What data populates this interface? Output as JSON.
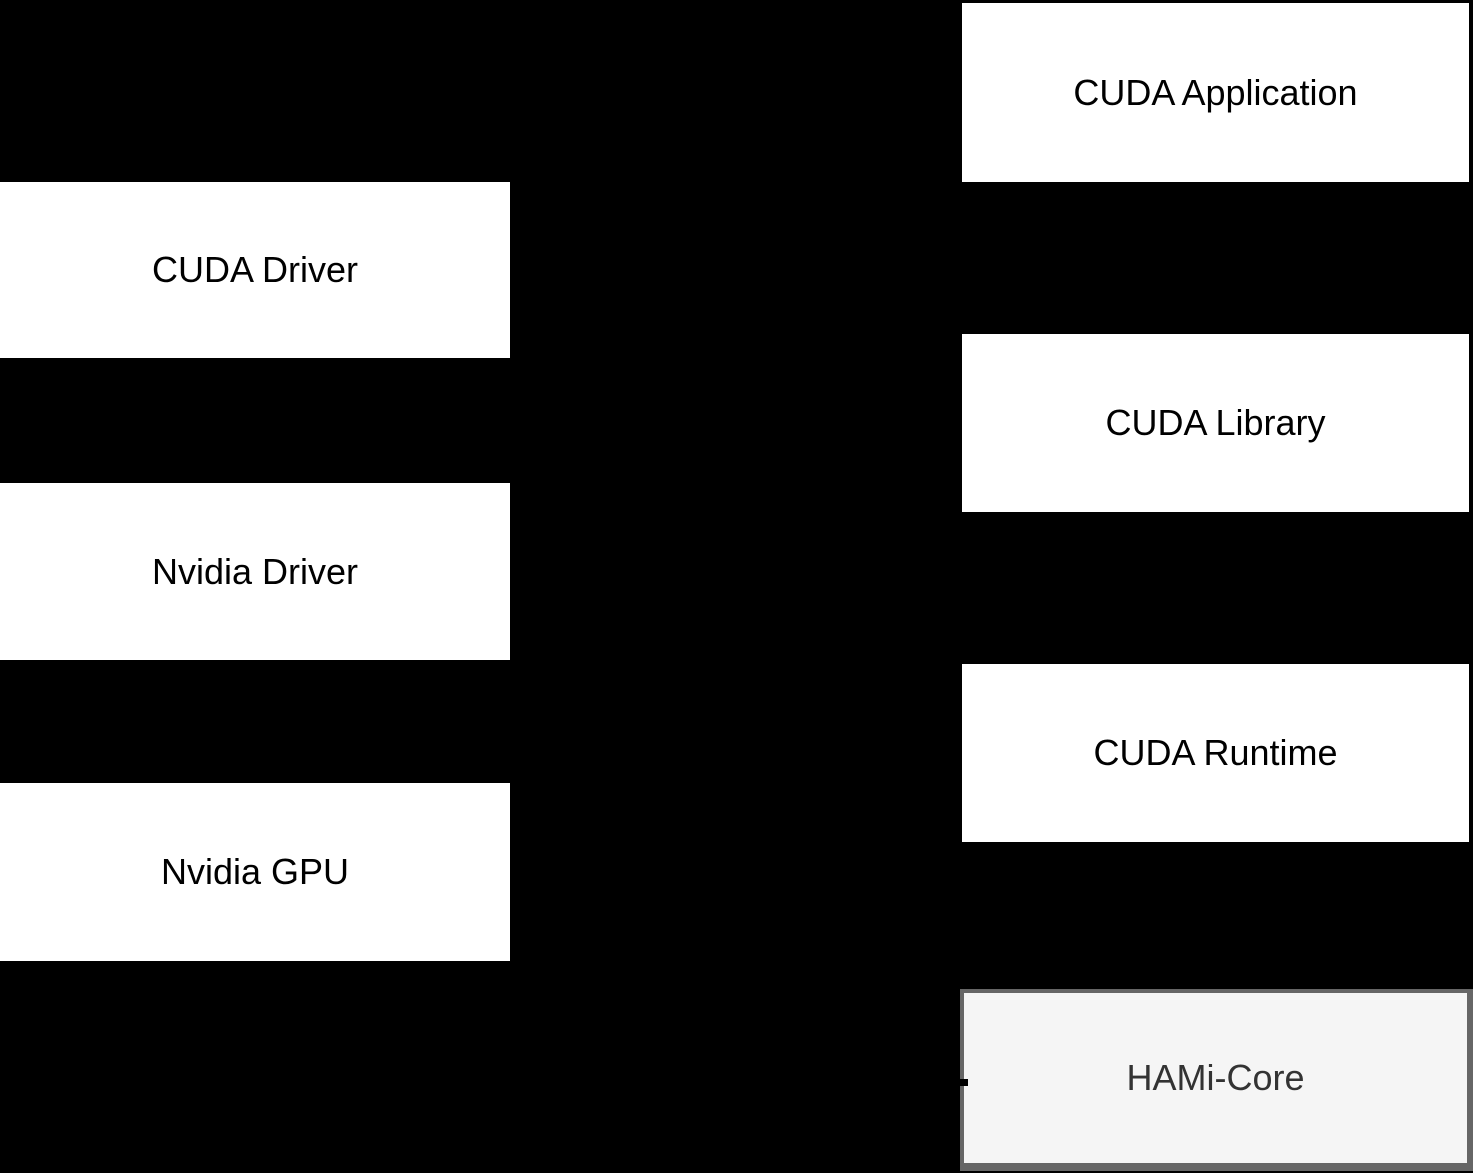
{
  "diagram": {
    "background_color": "#000000",
    "default_node_fill": "#ffffff",
    "default_node_text_color": "#000000",
    "nodes": [
      {
        "id": "cuda-driver",
        "label": "CUDA Driver",
        "fill": "#ffffff",
        "text_color": "#000000",
        "column": "left"
      },
      {
        "id": "nvidia-driver",
        "label": "Nvidia Driver",
        "fill": "#ffffff",
        "text_color": "#000000",
        "column": "left"
      },
      {
        "id": "nvidia-gpu",
        "label": "Nvidia GPU",
        "fill": "#ffffff",
        "text_color": "#000000",
        "column": "left"
      },
      {
        "id": "cuda-application",
        "label": "CUDA Application",
        "fill": "#ffffff",
        "text_color": "#000000",
        "column": "right"
      },
      {
        "id": "cuda-library",
        "label": "CUDA Library",
        "fill": "#ffffff",
        "text_color": "#000000",
        "column": "right"
      },
      {
        "id": "cuda-runtime",
        "label": "CUDA Runtime",
        "fill": "#ffffff",
        "text_color": "#000000",
        "column": "right"
      },
      {
        "id": "hami-core",
        "label": "HAMi-Core",
        "fill": "#f5f5f5",
        "border_color": "#666666",
        "text_color": "#333333",
        "column": "right"
      }
    ]
  }
}
